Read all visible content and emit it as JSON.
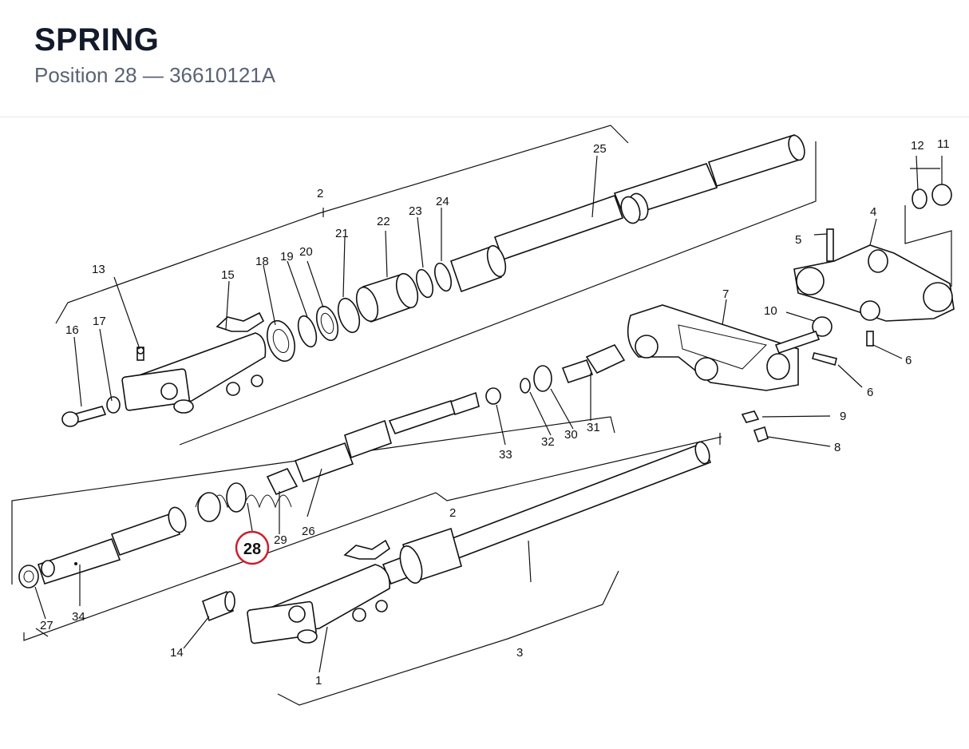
{
  "header": {
    "title": "SPRING",
    "subtitle": "Position 28 — 36610121A"
  },
  "highlight": {
    "label": "28",
    "color": "#cc1f2b"
  },
  "callouts": {
    "c1": "1",
    "c2a": "2",
    "c2b": "2",
    "c3": "3",
    "c4": "4",
    "c5": "5",
    "c6a": "6",
    "c6b": "6",
    "c7": "7",
    "c8": "8",
    "c9": "9",
    "c10": "10",
    "c11": "11",
    "c12": "12",
    "c13": "13",
    "c14": "14",
    "c15": "15",
    "c16": "16",
    "c17": "17",
    "c18": "18",
    "c19": "19",
    "c20": "20",
    "c21": "21",
    "c22": "22",
    "c23": "23",
    "c24": "24",
    "c25": "25",
    "c26": "26",
    "c27": "27",
    "c29": "29",
    "c30": "30",
    "c31": "31",
    "c32": "32",
    "c33": "33",
    "c34": "34"
  }
}
